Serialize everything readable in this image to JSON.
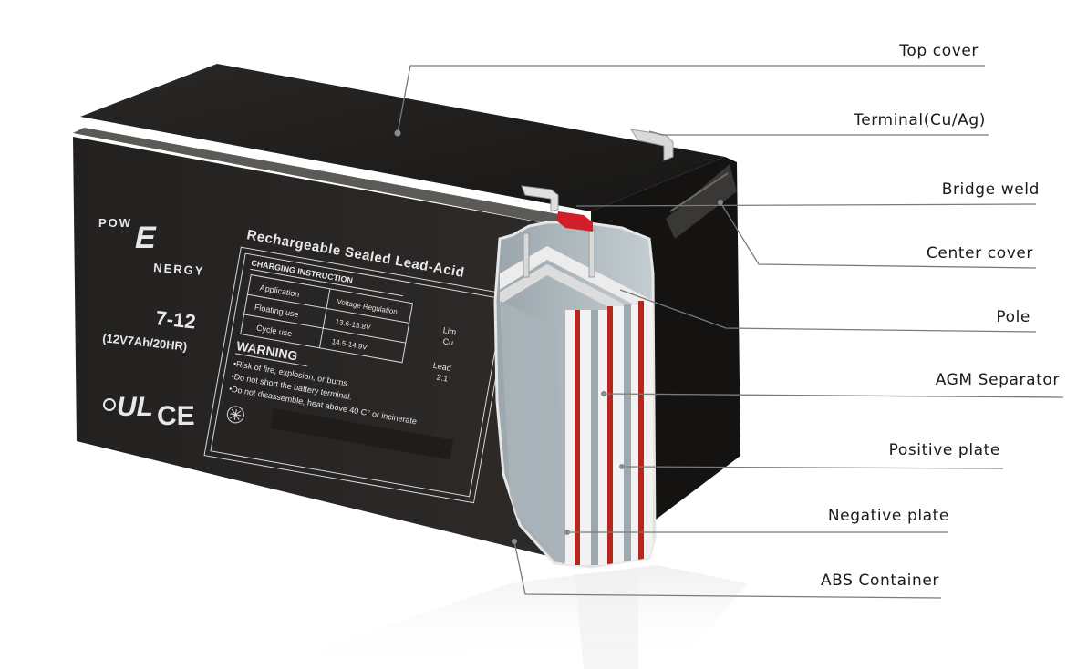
{
  "brand": {
    "line1": "POW",
    "mark": "E",
    "line2": "NERGY"
  },
  "battery": {
    "model": "7-12",
    "spec": "(12V7Ah/20HR)",
    "label_title": "Rechargeable Sealed Lead-Acid",
    "charging_header": "CHARGING INSTRUCTION",
    "col_application": "Application",
    "col_voltage": "Voltage Regulation",
    "row1_use": "Floating use",
    "row1_voltage": "13.6-13.8V",
    "row2_use": "Cycle use",
    "row2_voltage": "14.5-14.9V",
    "warning_title": "WARNING",
    "warning_1": "•Risk of fire, explosion, or burns.",
    "warning_2": "•Do not short the battery terminal.",
    "warning_3": "•Do not disassemble, heat above 40 C° or incinerate",
    "cert_ul": "UL",
    "cert_ce": "CE",
    "side_lim": "Lim",
    "side_cu": "Cu",
    "side_lead": "Lead",
    "side_21": "2.1"
  },
  "callouts": [
    {
      "id": "top-cover",
      "label": "Top cover"
    },
    {
      "id": "terminal",
      "label": "Terminal(Cu/Ag)"
    },
    {
      "id": "bridge-weld",
      "label": "Bridge weld"
    },
    {
      "id": "center-cover",
      "label": "Center cover"
    },
    {
      "id": "pole",
      "label": "Pole"
    },
    {
      "id": "agm-separator",
      "label": "AGM Separator"
    },
    {
      "id": "positive-plate",
      "label": "Positive plate"
    },
    {
      "id": "negative-plate",
      "label": "Negative plate"
    },
    {
      "id": "abs-container",
      "label": "ABS Container"
    }
  ],
  "colors": {
    "battery_body": "#2b2826",
    "battery_top": "#1e1c1b",
    "positive_plate": "#b5261e",
    "separator": "#f2f2f2",
    "container_cut": "#a9b3b8",
    "bridge_weld": "#d01f2a"
  }
}
